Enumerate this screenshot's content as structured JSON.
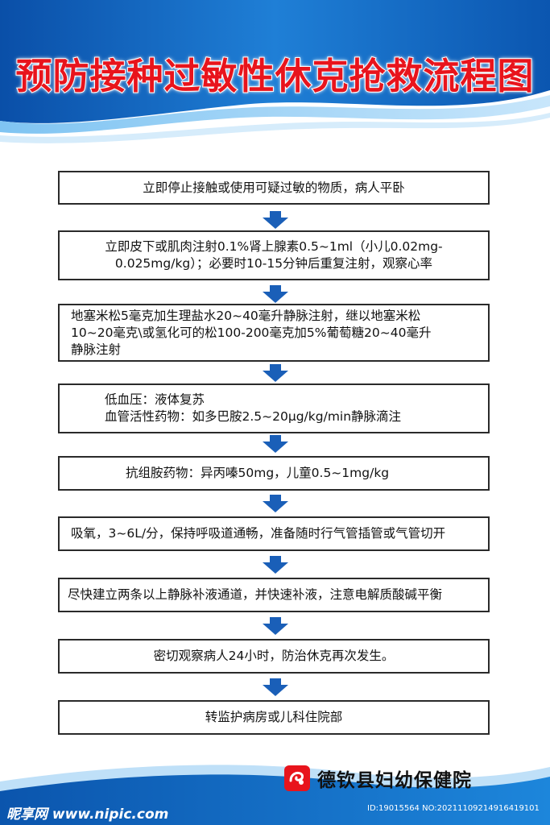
{
  "title": "预防接种过敏性休克抢救流程图",
  "steps": [
    {
      "text": "立即停止接触或使用可疑过敏的物质，病人平卧"
    },
    {
      "text": "立即皮下或肌肉注射0.1%肾上腺素0.5~1ml（小儿0.02mg-\n0.025mg/kg）；必要时10-15分钟后重复注射，观察心率"
    },
    {
      "text": "地塞米松5毫克加生理盐水20~40毫升静脉注射，继以地塞米松\n10~20毫克\\或氢化可的松100-200毫克加5%葡萄糖20~40毫升\n静脉注射"
    },
    {
      "text": "低血压：液体复苏\n血管活性药物：如多巴胺2.5~20μg/kg/min静脉滴注"
    },
    {
      "text": "抗组胺药物：异丙嗪50mg，儿童0.5~1mg/kg"
    },
    {
      "text": "吸氧，3~6L/分，保持呼吸道通畅，准备随时行气管插管或气管切开"
    },
    {
      "text": "尽快建立两条以上静脉补液通道，并快速补液，注意电解质酸碱平衡"
    },
    {
      "text": "密切观察病人24小时，防治休克再次发生。"
    },
    {
      "text": "转监护病房或儿科住院部"
    }
  ],
  "footer": {
    "org_name": "德钦县妇幼保健院",
    "watermark": "昵享网 www.nipic.com",
    "image_id": "ID:19015564 NO:20211109214916419101"
  },
  "colors": {
    "title": "#e8141c",
    "arrow": "#1a5fb8",
    "header_blue": "#0d5fb5",
    "box_border": "#2a2a2a"
  }
}
